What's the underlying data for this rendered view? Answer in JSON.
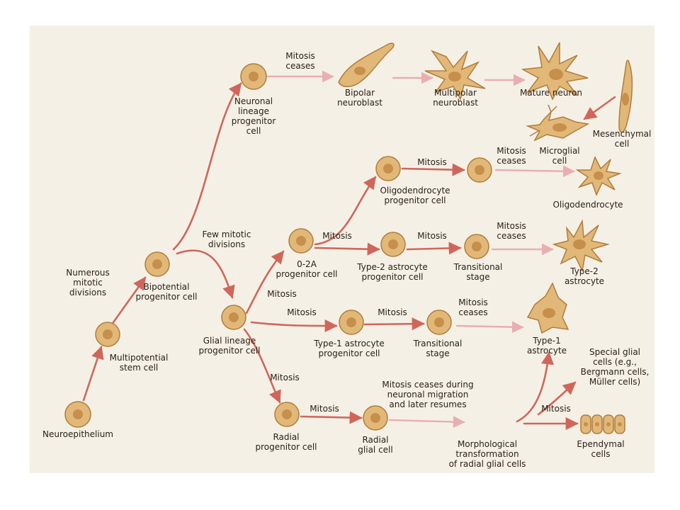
{
  "colors": {
    "background": "#f4f0e6",
    "cell_fill": "#e2b878",
    "cell_edge": "#b07c3c",
    "nucleus": "#c78f4c",
    "arrow_strong": "#d0665a",
    "arrow_faint": "#e9aeb2",
    "text": "#2b2117"
  },
  "labels": {
    "mitosis_ceases_1": "Mitosis\nceases",
    "bipolar_neuroblast": "Bipolar\nneuroblast",
    "multipolar_neuroblast": "Multipolar\nneuroblast",
    "mature_neuron": "Mature neuron",
    "neuronal_lineage": "Neuronal\nlineage\nprogenitor\ncell",
    "mesenchymal_cell": "Mesenchymal\ncell",
    "microglial_cell": "Microglial\ncell",
    "mitosis_ceases_2": "Mitosis\nceases",
    "mitosis_oligo": "Mitosis",
    "oligo_progenitor": "Oligodendrocyte\nprogenitor cell",
    "oligodendrocyte": "Oligodendrocyte",
    "few_mitotic": "Few mitotic\ndivisions",
    "mitosis_o2a": "Mitosis",
    "mitosis_t2": "Mitosis",
    "mitosis_ceases_3": "Mitosis\nceases",
    "o2a_progenitor": "0-2A\nprogenitor cell",
    "type2_progenitor": "Type-2 astrocyte\nprogenitor cell",
    "transitional_1": "Transitional\nstage",
    "type2_astrocyte": "Type-2\nastrocyte",
    "numerous_mitotic": "Numerous\nmitotic\ndivisions",
    "bipotential": "Bipotential\nprogenitor cell",
    "mitosis_glial_up": "Mitosis",
    "mitosis_glial_mid": "Mitosis",
    "mitosis_t1": "Mitosis",
    "mitosis_ceases_4": "Mitosis\nceases",
    "glial_lineage": "Glial lineage\nprogenitor cell",
    "type1_progenitor": "Type-1 astrocyte\nprogenitor cell",
    "transitional_2": "Transitional\nstage",
    "type1_astrocyte": "Type-1\nastrocyte",
    "multipotential": "Multipotential\nstem cell",
    "special_glial": "Special glial\ncells (e.g.,\nBergmann cells,\nMüller cells)",
    "mitosis_radial_down": "Mitosis",
    "mitosis_ceases_during": "Mitosis ceases during\nneuronal migration\nand later resumes",
    "mitosis_radial": "Mitosis",
    "mitosis_ependymal": "Mitosis",
    "neuroepithelium": "Neuroepithelium",
    "radial_progenitor": "Radial\nprogenitor cell",
    "radial_glial": "Radial\nglial cell",
    "morph_transform": "Morphological\ntransformation\nof radial glial cells",
    "ependymal": "Ependymal\ncells"
  }
}
